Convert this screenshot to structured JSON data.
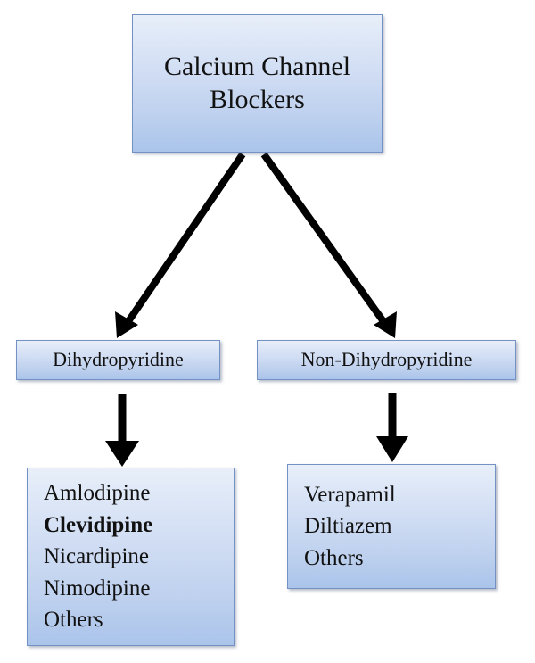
{
  "diagram": {
    "title": "Calcium Channel Blockers classification",
    "background_color": "#ffffff",
    "node_fill_top": "#e8eff9",
    "node_fill_bottom": "#aac4ea",
    "node_border_color": "#7491c4",
    "arrow_color": "#000000",
    "text_color": "#111111"
  },
  "root": {
    "label": "Calcium Channel Blockers"
  },
  "categories": [
    {
      "id": "dihydropyridine",
      "label": "Dihydropyridine"
    },
    {
      "id": "non-dihydropyridine",
      "label": "Non-Dihydropyridine"
    }
  ],
  "dihydropyridine_drugs": [
    {
      "name": "Amlodipine",
      "highlighted": false
    },
    {
      "name": "Clevidipine",
      "highlighted": true
    },
    {
      "name": "Nicardipine",
      "highlighted": false
    },
    {
      "name": "Nimodipine",
      "highlighted": false
    },
    {
      "name": "Others",
      "highlighted": false
    }
  ],
  "non_dihydropyridine_drugs": [
    {
      "name": "Verapamil",
      "highlighted": false
    },
    {
      "name": "Diltiazem",
      "highlighted": false
    },
    {
      "name": "Others",
      "highlighted": false
    }
  ],
  "connectors": [
    {
      "id": "root-to-dihydropyridine",
      "type": "diagonal-arrow",
      "direction": "down-left"
    },
    {
      "id": "root-to-non-dihydropyridine",
      "type": "diagonal-arrow",
      "direction": "down-right"
    },
    {
      "id": "dihydropyridine-to-drugs",
      "type": "vertical-arrow",
      "direction": "down"
    },
    {
      "id": "non-dihydropyridine-to-drugs",
      "type": "vertical-arrow",
      "direction": "down"
    }
  ]
}
